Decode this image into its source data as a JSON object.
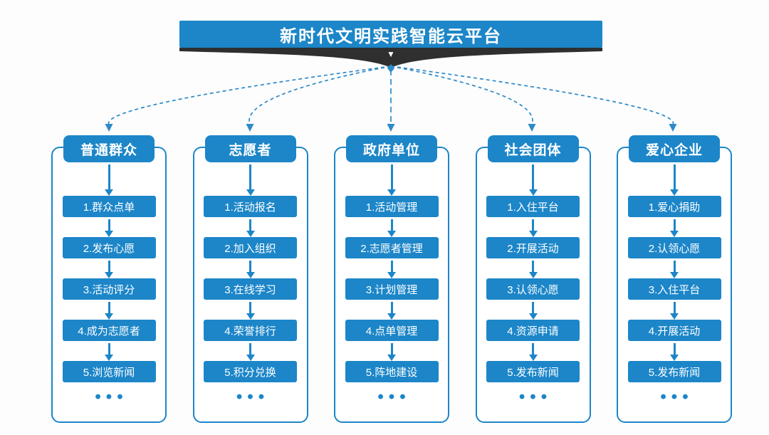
{
  "title": "新时代文明实践智能云平台",
  "icons": {
    "banner_caret": "▼"
  },
  "colors": {
    "primary_blue": "#1c86c8",
    "connector_blue": "#2e8ac9",
    "dark_ribbon": "#2f2f2f",
    "background": "#fdfdfd",
    "text_on_blue": "#ffffff"
  },
  "ellipsis": "•••",
  "columns": [
    {
      "header": "普通群众",
      "items": [
        "1.群众点单",
        "2.发布心愿",
        "3.活动评分",
        "4.成为志愿者",
        "5.浏览新闻"
      ]
    },
    {
      "header": "志愿者",
      "items": [
        "1.活动报名",
        "2.加入组织",
        "3.在线学习",
        "4.荣誉排行",
        "5.积分兑换"
      ]
    },
    {
      "header": "政府单位",
      "items": [
        "1.活动管理",
        "2.志愿者管理",
        "3.计划管理",
        "4.点单管理",
        "5.阵地建设"
      ]
    },
    {
      "header": "社会团体",
      "items": [
        "1.入住平台",
        "2.开展活动",
        "3.认领心愿",
        "4.资源申请",
        "5.发布新闻"
      ]
    },
    {
      "header": "爱心企业",
      "items": [
        "1.爱心捐助",
        "2.认领心愿",
        "3.入住平台",
        "4.开展活动",
        "5.发布新闻"
      ]
    }
  ]
}
